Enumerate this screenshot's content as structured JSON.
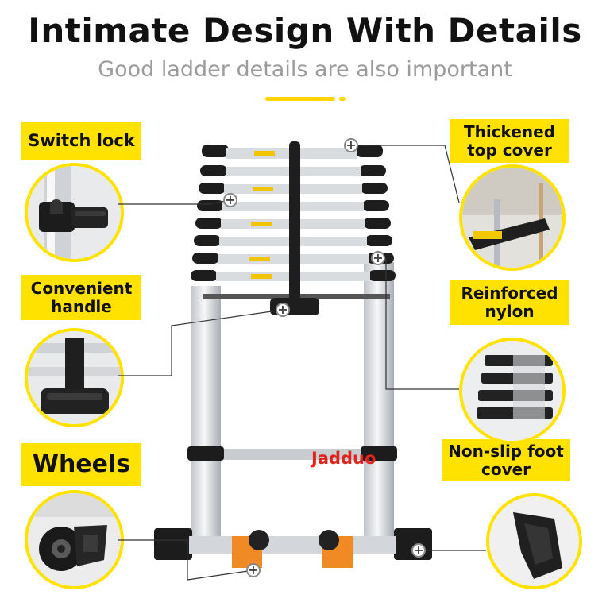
{
  "header": {
    "title": "Intimate Design With Details",
    "subtitle": "Good ladder details are also important"
  },
  "labels": {
    "switch_lock": "Switch lock",
    "convenient_handle": "Convenient handle",
    "wheels": "Wheels",
    "thickened_top_cover": "Thickened top cover",
    "reinforced_nylon": "Reinforced nylon",
    "non_slip_foot_cover": "Non-slip foot cover"
  },
  "ladder": {
    "brand_watermark": "Jadduo"
  },
  "colors": {
    "label_background": "#ffe200",
    "circle_border": "#ffe200",
    "brand_text": "#e0241b",
    "subtitle_text": "#9b9b9b"
  }
}
